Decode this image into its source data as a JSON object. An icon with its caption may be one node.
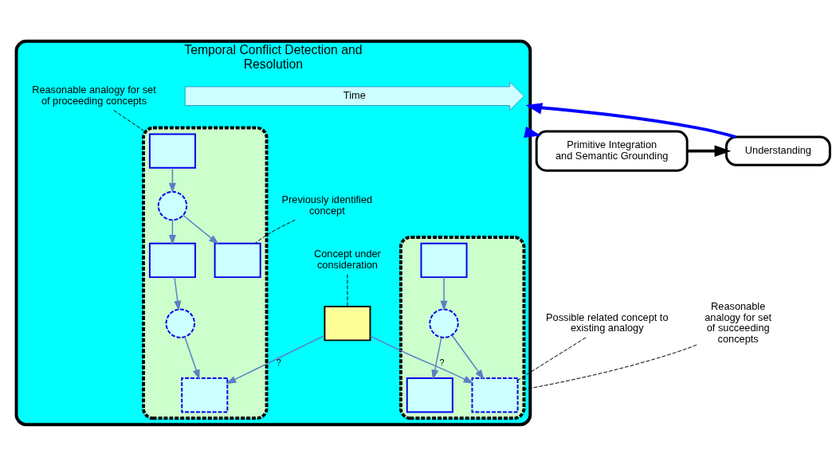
{
  "diagram": {
    "nodes": [
      {
        "text": [
          "Temporal Conflict Detection and Resolution"
        ]
      },
      {
        "text": [
          "Time"
        ],
        "in": 0
      },
      {
        "text": [],
        "shape": "ellipse",
        "in": 0
      },
      {
        "text": [],
        "shape": "box",
        "in": 2
      },
      {
        "text": [],
        "shape": "circle",
        "in": 2
      },
      {
        "text": [],
        "shape": "box",
        "in": 2
      },
      {
        "text": [],
        "shape": "box",
        "in": 2
      },
      {
        "text": [],
        "shape": "circle",
        "in": 2
      },
      {
        "text": [],
        "shape": "box",
        "in": 2
      },
      {
        "text": [],
        "shape": "box",
        "in": 0
      },
      {
        "text": [],
        "shape": "ellipse",
        "in": 0
      },
      {
        "text": [],
        "shape": "box",
        "in": 10
      },
      {
        "text": [],
        "shape": "circle",
        "in": 10
      },
      {
        "text": [],
        "shape": "box",
        "in": 10
      },
      {
        "text": [],
        "shape": "box",
        "in": 10
      },
      {
        "text": [
          "Previously identified concept"
        ],
        "in": 0
      },
      {
        "text": [
          "Possible related concept to existing analogy"
        ]
      },
      {
        "text": [
          "Reasonable analogy for set of succeeding concepts"
        ]
      },
      {
        "text": [
          "Reasonable analogy for set of proceeding concepts"
        ],
        "in": 0
      },
      {
        "text": [
          "Concept under consideration"
        ],
        "in": 0
      },
      {
        "text": [
          "Primitive Integration and Semantic Grounding"
        ]
      },
      {
        "text": [
          "Understanding"
        ]
      }
    ],
    "edges": [
      {
        "from": 3,
        "to": 4,
        "arrow": "to"
      },
      {
        "from": 4,
        "to": 5,
        "arrow": "to"
      },
      {
        "from": 4,
        "to": 6,
        "arrow": "to"
      },
      {
        "from": 6,
        "to": 7,
        "arrow": "to"
      },
      {
        "from": 7,
        "to": 8,
        "arrow": "to"
      },
      {
        "from": 9,
        "to": 8,
        "arrow": "to",
        "label": "?"
      },
      {
        "from": 9,
        "to": 11,
        "arrow": "to",
        "label": "?"
      },
      {
        "from": 14,
        "to": 12,
        "arrow": "to"
      },
      {
        "from": 12,
        "to": 11,
        "arrow": "to"
      },
      {
        "from": 12,
        "to": 13,
        "arrow": "to"
      },
      {
        "from": 15,
        "to": 5,
        "arrow": "none",
        "style": "dashed",
        "color": "#000000"
      },
      {
        "from": 16,
        "to": 11,
        "arrow": "none",
        "style": "dashed",
        "color": "#000000"
      },
      {
        "from": 17,
        "to": 10,
        "arrow": "none",
        "style": "dashed",
        "color": "#000000"
      },
      {
        "from": 18,
        "to": 2,
        "arrow": "none",
        "style": "dashed",
        "color": "#000000"
      },
      {
        "from": 19,
        "to": 9,
        "arrow": "none",
        "style": "dashed",
        "color": "#000000"
      },
      {
        "from": 0,
        "to": 20,
        "arrow": "to",
        "style": "thick",
        "color": "#0000ff"
      },
      {
        "from": 20,
        "to": 21,
        "arrow": "to",
        "style": "thick",
        "color": "#000000"
      },
      {
        "from": 21,
        "to": 0,
        "arrow": "to",
        "style": "thick",
        "color": "#0000ff"
      }
    ]
  }
}
